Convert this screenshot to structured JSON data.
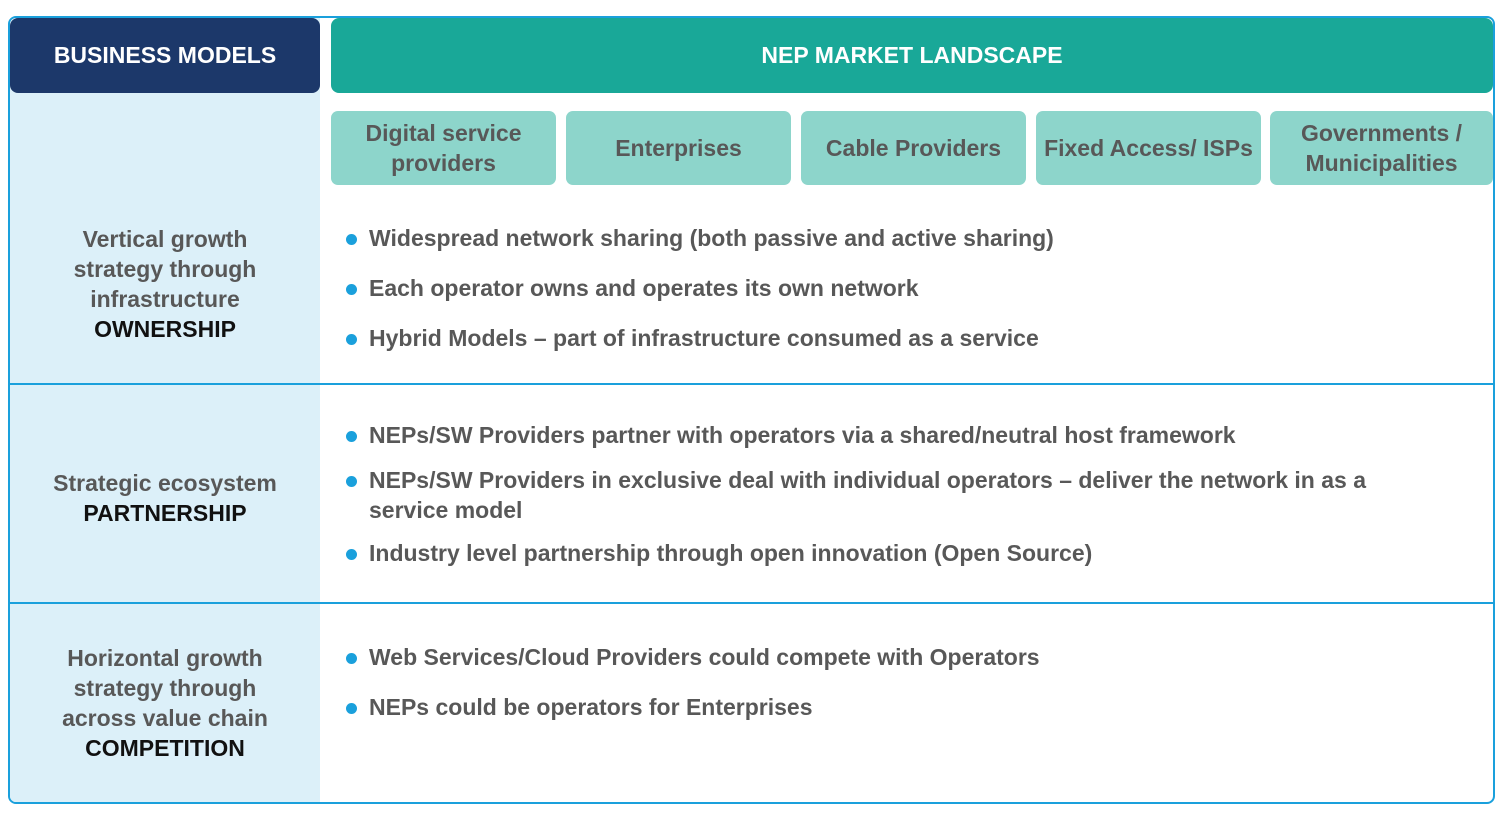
{
  "header": {
    "left": "BUSINESS MODELS",
    "right": "NEP MARKET LANDSCAPE"
  },
  "segments": [
    "Digital service providers",
    "Enterprises",
    "Cable Providers",
    "Fixed Access/ ISPs",
    "Governments / Municipalities"
  ],
  "rows": [
    {
      "model": "Vertical growth strategy through infrastructure",
      "keyword": "OWNERSHIP",
      "bullets": [
        "Widespread network sharing (both passive and active sharing)",
        "Each operator owns and operates its own network",
        "Hybrid Models – part of infrastructure consumed as a service"
      ]
    },
    {
      "model": "Strategic ecosystem",
      "keyword": "PARTNERSHIP",
      "bullets": [
        "NEPs/SW Providers partner with operators via a shared/neutral host framework",
        "NEPs/SW Providers in exclusive deal with individual operators – deliver the network in as a service model",
        "Industry level partnership through open innovation (Open Source)"
      ]
    },
    {
      "model": "Horizontal growth strategy through across value chain",
      "keyword": "COMPETITION",
      "bullets": [
        "Web Services/Cloud Providers could compete with Operators",
        "NEPs could be operators for Enterprises"
      ]
    }
  ]
}
